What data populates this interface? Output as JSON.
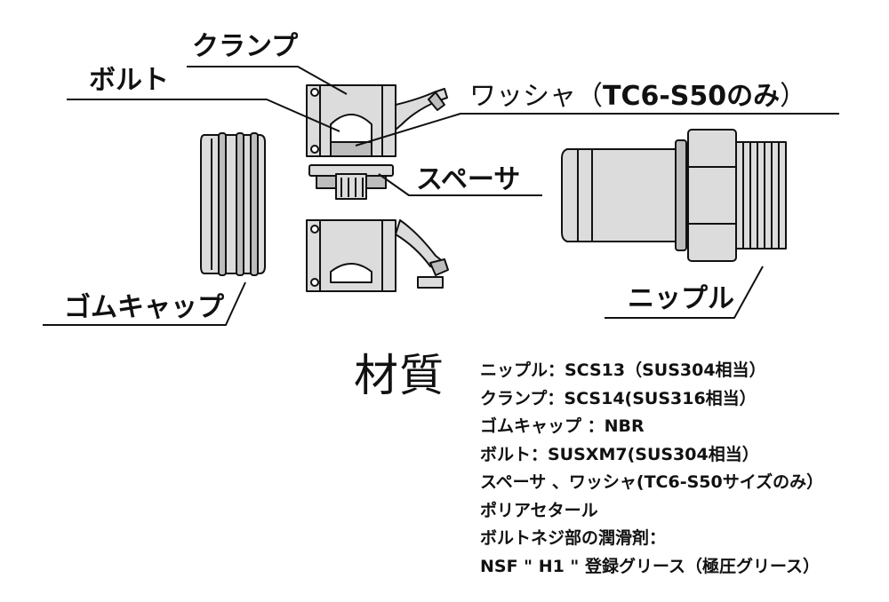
{
  "labels": {
    "clamp": "クランプ",
    "bolt": "ボルト",
    "washer_prefix": "ワッシャ（",
    "washer_model": "TC6-S50のみ",
    "washer_suffix": "）",
    "spacer": "スペーサ",
    "rubber_cap": "ゴムキャップ",
    "nipple": "ニップル"
  },
  "materials": {
    "heading": "材質",
    "items": [
      "ニップル：SCS13（SUS304相当）",
      "クランプ：SCS14(SUS316相当）",
      "ゴムキャップ ：NBR",
      "ボルト：SUSXM7(SUS304相当）",
      "スペーサ 、ワッシャ(TC6-S50サイズのみ）",
      "ポリアセタール",
      "ボルトネジ部の潤滑剤：",
      "NSF \" H1 \" 登録グリース（極圧グリース）"
    ]
  },
  "colors": {
    "line": "#111111",
    "part_fill": "#dcdcdc",
    "part_shade": "#b8b8b8",
    "background": "#ffffff"
  }
}
